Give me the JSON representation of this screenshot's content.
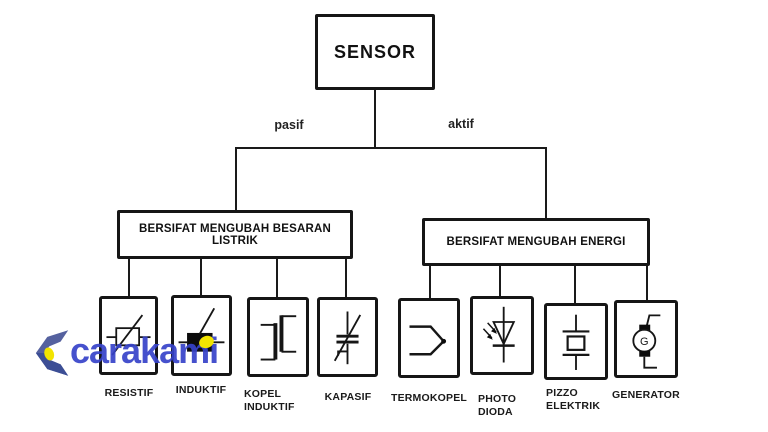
{
  "tree": {
    "root_label": "SENSOR",
    "left_branch": {
      "edge_label": "pasif",
      "category_label": "BERSIFAT MENGUBAH BESARAN LISTRIK"
    },
    "right_branch": {
      "edge_label": "aktif",
      "category_label": "BERSIFAT MENGUBAH ENERGI"
    },
    "leaves": [
      {
        "label": "RESISTIF",
        "symbol": "variable-resistor"
      },
      {
        "label": "INDUKTIF",
        "symbol": "variable-inductor"
      },
      {
        "label": "KOPEL INDUKTIF",
        "symbol": "coupled-inductor-transformer"
      },
      {
        "label": "KAPASIF",
        "symbol": "variable-capacitor"
      },
      {
        "label": "TERMOKOPEL",
        "symbol": "thermocouple"
      },
      {
        "label": "PHOTO DIODA",
        "symbol": "photodiode"
      },
      {
        "label": "PIZZO ELEKTRIK",
        "symbol": "piezoelectric-crystal"
      },
      {
        "label": "GENERATOR",
        "symbol": "generator"
      }
    ]
  },
  "watermark": {
    "text": "carakami",
    "text_color": "#3743c9",
    "logo_color_top": "#55619f",
    "logo_color_bottom": "#3c4e95",
    "dot_color": "#f2e400"
  },
  "colors": {
    "background": "#ffffff",
    "line": "#1a1a1a"
  }
}
